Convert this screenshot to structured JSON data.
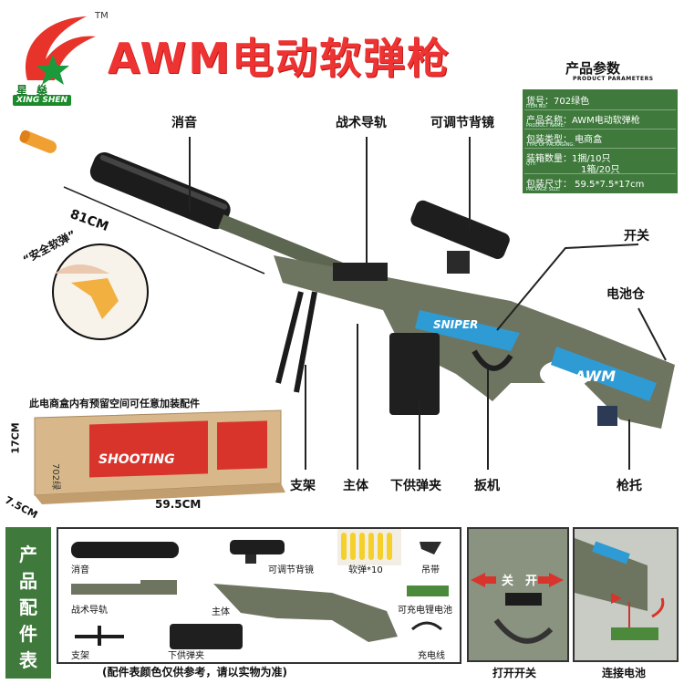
{
  "header": {
    "tm": "TM",
    "brand_cn": "星燊",
    "brand_en": "XING SHEN",
    "title": "AWM电动软弹枪"
  },
  "specs": {
    "heading": "产品参数",
    "heading_en": "PRODUCT PARAMETERS",
    "rows": [
      {
        "label": "货号：702绿色",
        "sub": "ITEM NO:"
      },
      {
        "label": "产品名称：AWM电动软弹枪",
        "sub": "PRODUCT NAME:"
      },
      {
        "label": "包装类型：   电商盒",
        "sub": "TYPE OF PACKAGING:"
      },
      {
        "label": "装箱数量：1捆/10只",
        "sub": "QTY:"
      },
      {
        "label": "1箱/20只",
        "sub": ""
      },
      {
        "label": "包装尺寸：  59.5*7.5*17cm",
        "sub": "PACKAGE SIZE:"
      }
    ]
  },
  "callouts": {
    "silencer": "消音",
    "rail": "战术导轨",
    "scope": "可调节背镜",
    "switch": "开关",
    "battery_bay": "电池仓",
    "bipod": "支架",
    "body": "主体",
    "magazine": "下供弹夹",
    "trigger": "扳机",
    "stock": "枪托"
  },
  "dims": {
    "length": "81CM",
    "box_len": "59.5CM",
    "box_h": "17CM",
    "box_d": "7.5CM"
  },
  "dart_tag": "“安全软弹”",
  "box_note": "此电商盒内有预留空间可任意加装配件",
  "box_print": {
    "shooting": "SHOOTING",
    "code": "702绿",
    "gun_side": "SNIPER",
    "stock_side": "AWM"
  },
  "accessories": {
    "side_title": [
      "产",
      "品",
      "配",
      "件",
      "表"
    ],
    "items": {
      "silencer": "消音",
      "rail": "战术导轨",
      "bipod": "支架",
      "scope": "可调节背镜",
      "body": "主体",
      "magazine": "下供弹夹",
      "darts": "软弹*10",
      "strap": "吊带",
      "battery": "可充电锂电池",
      "cable": "充电线"
    },
    "note": "(配件表颜色仅供参考，请以实物为准)",
    "switch_caption": "打开开关",
    "switch_off": "关",
    "switch_on": "开",
    "battery_caption": "连接电池"
  },
  "colors": {
    "title_red": "#e33333",
    "spec_green": "#3f7a3c",
    "gun_green": "#6d7560",
    "dart_orange": "#f0a030",
    "box_red": "#d8342c",
    "kraft": "#d8b88a"
  }
}
